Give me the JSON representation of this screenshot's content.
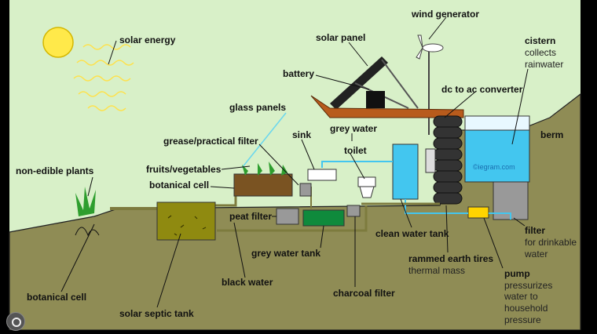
{
  "labels": {
    "solar_energy": "solar energy",
    "solar_panel": "solar panel",
    "wind_generator": "wind generator",
    "battery": "battery",
    "cistern": "cistern",
    "cistern_sub1": "collects",
    "cistern_sub2": "rainwater",
    "glass_panels": "glass panels",
    "dc_to_ac": "dc to ac converter",
    "sink": "sink",
    "grey_water": "grey water",
    "berm": "berm",
    "grease_filter": "grease/practical filter",
    "toilet": "toilet",
    "non_edible_plants": "non-edible plants",
    "fruits_vegetables": "fruits/vegetables",
    "botanical_cell_upper": "botanical cell",
    "peat_filter": "peat filter",
    "clean_water_tank": "clean water tank",
    "filter": "filter",
    "filter_sub1": "for drinkable",
    "filter_sub2": "water",
    "grey_water_tank": "grey water tank",
    "rammed_earth_tires": "rammed earth tires",
    "thermal_mass": "thermal mass",
    "pump": "pump",
    "pump_sub1": "pressurizes",
    "pump_sub2": "water to",
    "pump_sub3": "household",
    "pump_sub4": "pressure",
    "black_water": "black water",
    "charcoal_filter": "charcoal filter",
    "botanical_cell_lower": "botanical cell",
    "solar_septic_tank": "solar septic tank",
    "watermark": "©iegram.com"
  },
  "icons": {
    "lens": "lens-search-icon"
  },
  "colors": {
    "sky": "#d8f0c8",
    "ground": "#8f8c55",
    "sun": "#ffe94a",
    "water": "#43c6ef",
    "septic": "#8f8a10",
    "grey_tank": "#0f8a3c",
    "beam": "#b85b1c"
  }
}
